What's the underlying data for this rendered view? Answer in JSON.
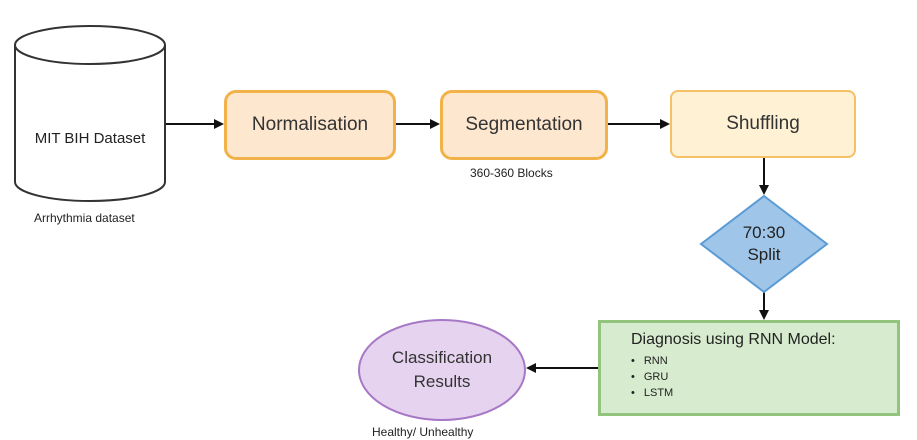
{
  "nodes": {
    "dataset": "MIT BIH Dataset",
    "normalisation": "Normalisation",
    "segmentation": "Segmentation",
    "shuffling": "Shuffling",
    "split_line1": "70:30",
    "split_line2": "Split",
    "diagnosis_title": "Diagnosis using RNN Model:",
    "models": [
      "RNN",
      "GRU",
      "LSTM"
    ],
    "results_line1": "Classification",
    "results_line2": "Results"
  },
  "captions": {
    "dataset": "Arrhythmia dataset",
    "segmentation": "360-360 Blocks",
    "results": "Healthy/ Unhealthy"
  },
  "colors": {
    "process_fill": "#fde7cf",
    "process_border": "#f2b24a",
    "decision_fill": "#9fc5e8",
    "decision_border": "#5b9bd5",
    "model_fill": "#d7ebcf",
    "model_border": "#93c47d",
    "result_fill": "#e6d3ef",
    "result_border": "#a678c6"
  }
}
